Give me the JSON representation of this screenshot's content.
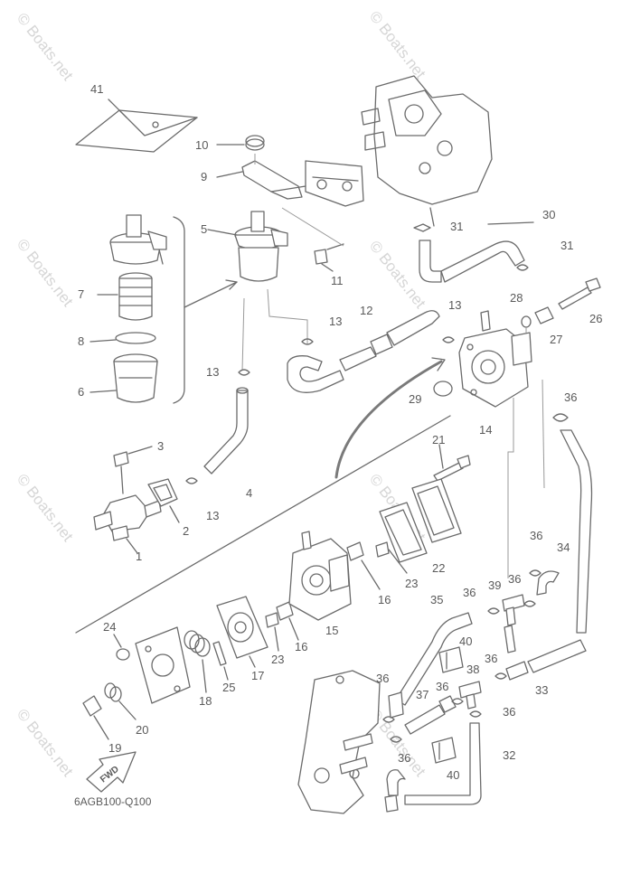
{
  "watermark": "© Boats.net",
  "diagram_code": "6AGB100-Q100",
  "fwd_label": "FWD",
  "part_labels": {
    "p1": "1",
    "p2": "2",
    "p3": "3",
    "p4": "4",
    "p5": "5",
    "p6": "6",
    "p7": "7",
    "p8": "8",
    "p9": "9",
    "p10": "10",
    "p11": "11",
    "p12": "12",
    "p13a": "13",
    "p13b": "13",
    "p13c": "13",
    "p13d": "13",
    "p14": "14",
    "p15": "15",
    "p16a": "16",
    "p16b": "16",
    "p17": "17",
    "p18": "18",
    "p19": "19",
    "p20": "20",
    "p21": "21",
    "p22": "22",
    "p23a": "23",
    "p23b": "23",
    "p24": "24",
    "p25": "25",
    "p26": "26",
    "p27": "27",
    "p28": "28",
    "p29": "29",
    "p30": "30",
    "p31a": "31",
    "p31b": "31",
    "p32": "32",
    "p33": "33",
    "p34": "34",
    "p35": "35",
    "p36a": "36",
    "p36b": "36",
    "p36c": "36",
    "p36d": "36",
    "p36e": "36",
    "p36f": "36",
    "p36g": "36",
    "p36h": "36",
    "p36i": "36",
    "p37": "37",
    "p38": "38",
    "p39": "39",
    "p40a": "40",
    "p40b": "40",
    "p41": "41"
  }
}
